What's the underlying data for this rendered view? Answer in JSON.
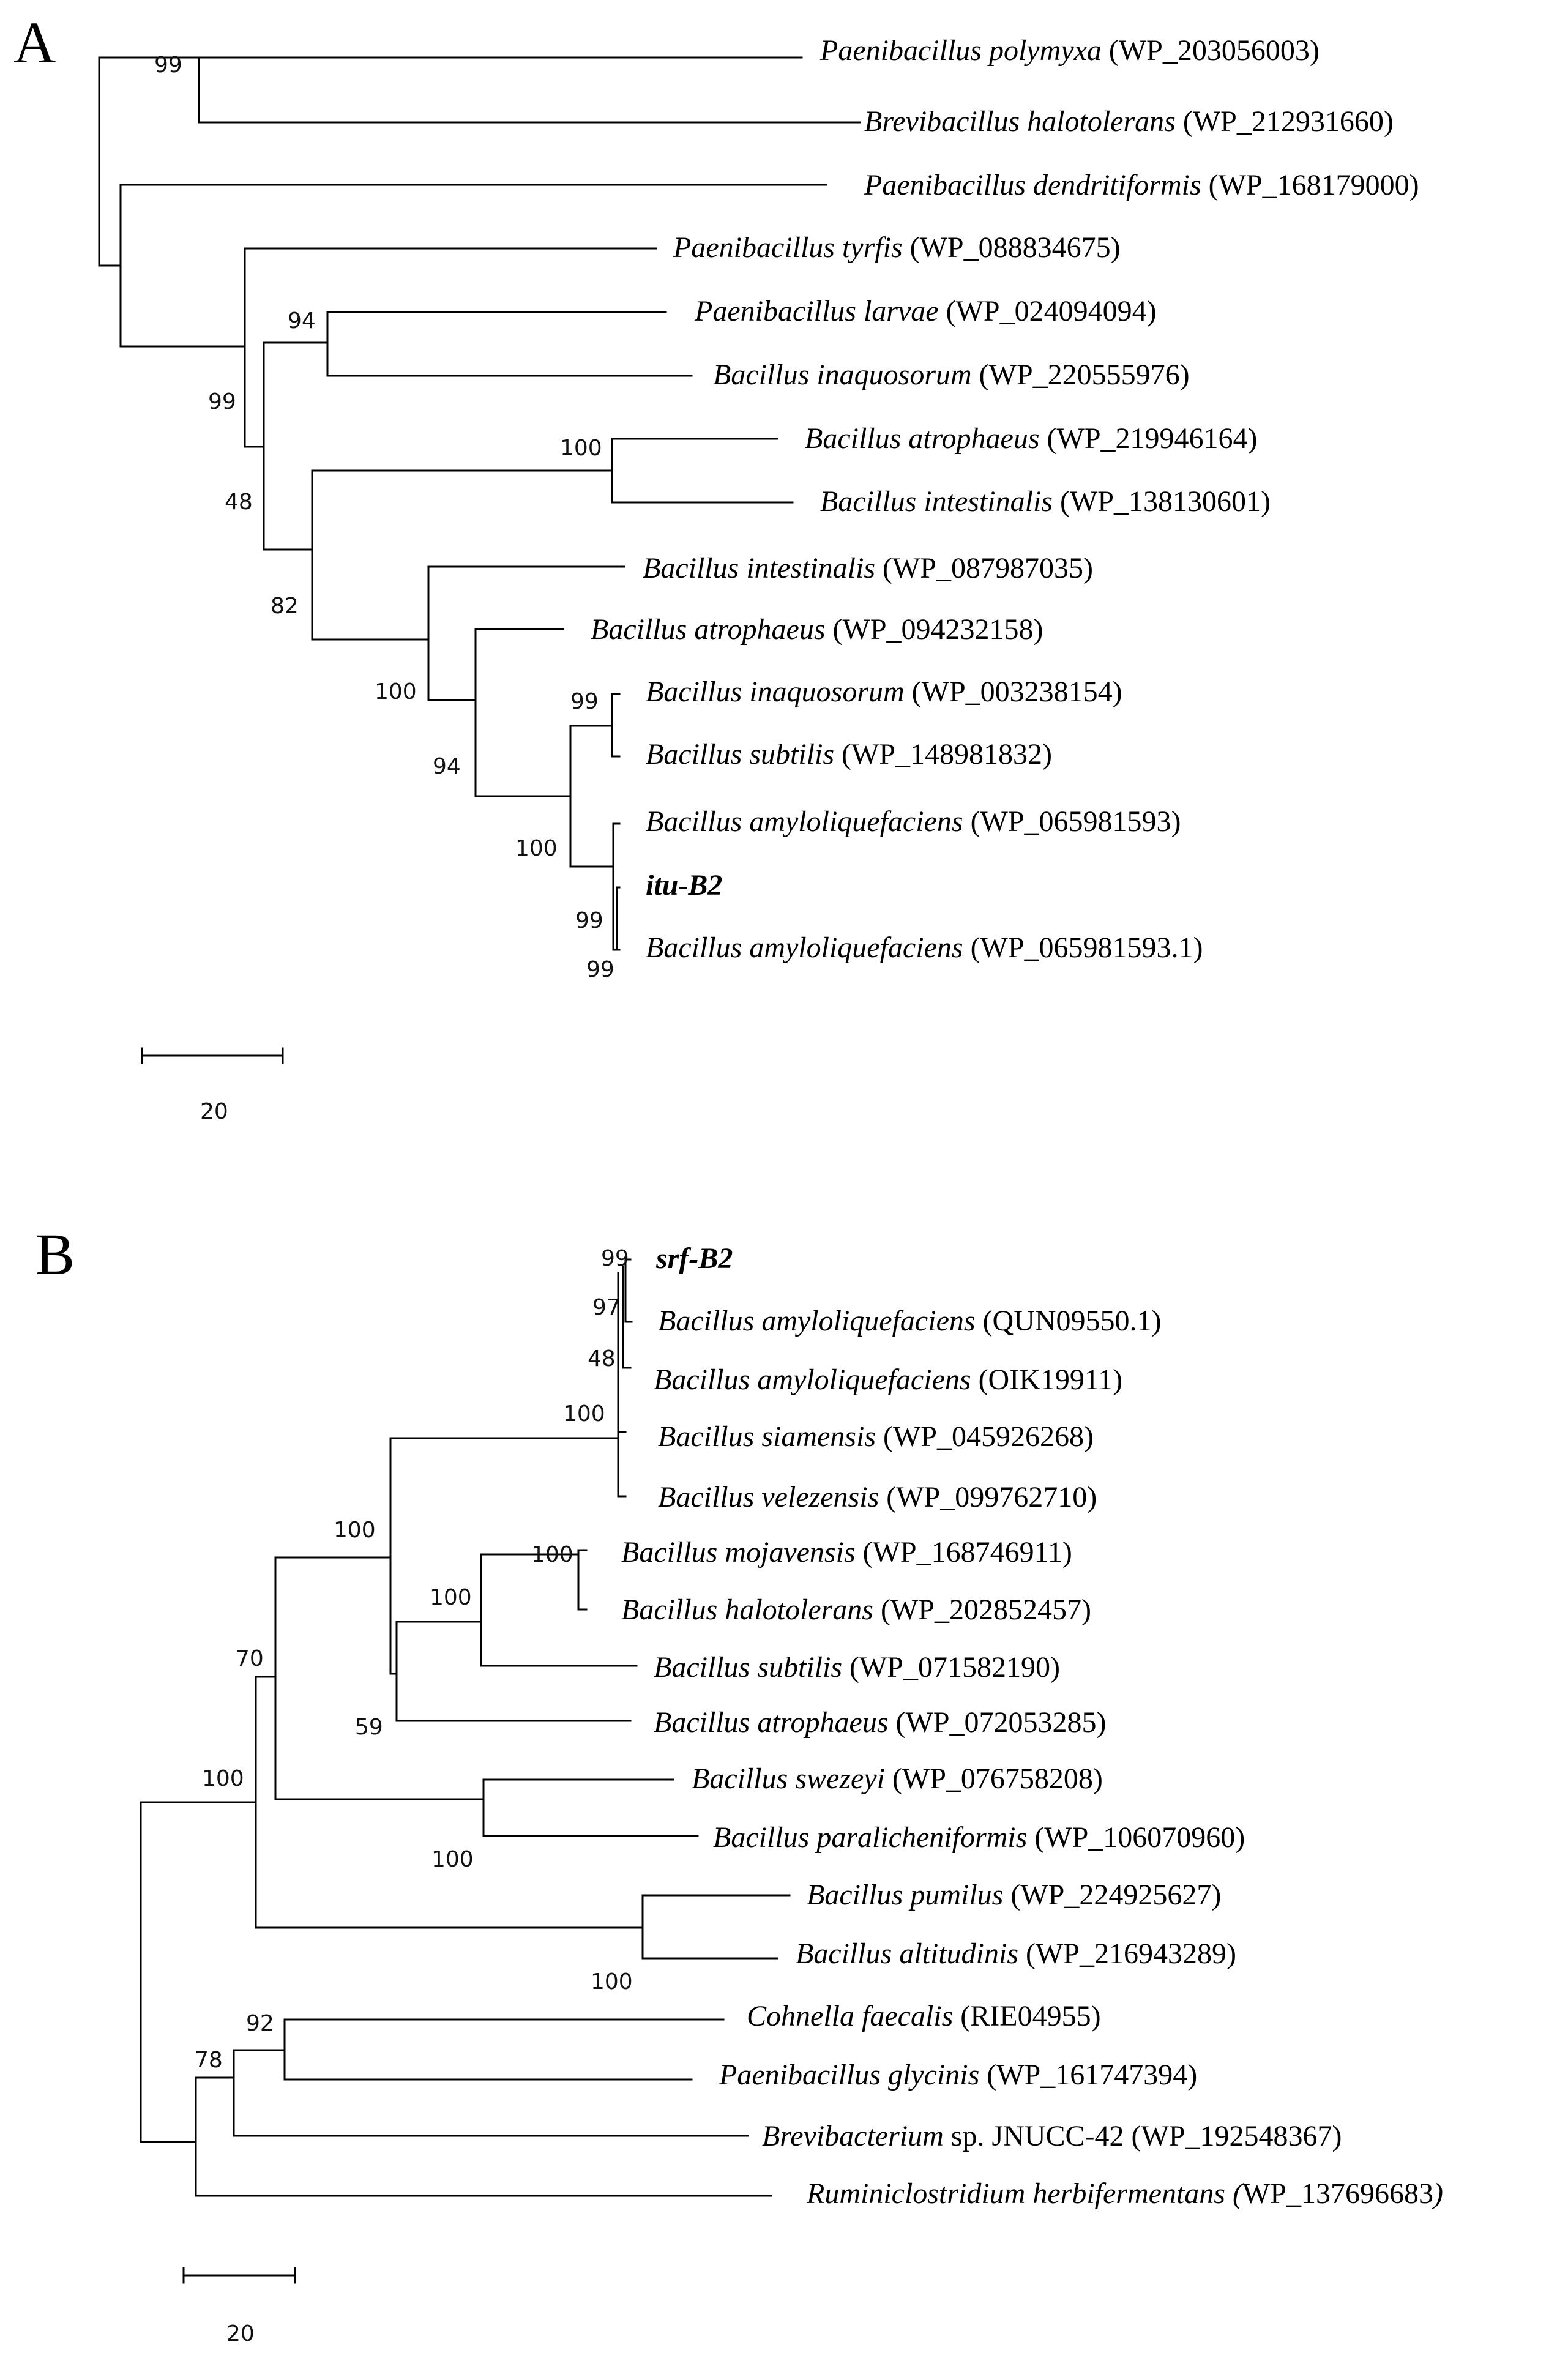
{
  "panels": [
    {
      "letter": "A",
      "scale_label": "20",
      "taxa": [
        {
          "species": "Paenibacillus polymyxa",
          "accession": "(WP_203056003)"
        },
        {
          "species": "Brevibacillus halotolerans",
          "accession": "(WP_212931660)"
        },
        {
          "species": "Paenibacillus dendritiformis",
          "accession": "(WP_168179000)"
        },
        {
          "species": "Paenibacillus tyrfis",
          "accession": "(WP_088834675)"
        },
        {
          "species": "Paenibacillus larvae",
          "accession": "(WP_024094094)"
        },
        {
          "species": "Bacillus inaquosorum",
          "accession": "(WP_220555976)"
        },
        {
          "species": "Bacillus atrophaeus",
          "accession": "(WP_219946164)"
        },
        {
          "species": "Bacillus intestinalis",
          "accession": "(WP_138130601)"
        },
        {
          "species": "Bacillus intestinalis",
          "accession": "(WP_087987035)"
        },
        {
          "species": "Bacillus atrophaeus",
          "accession": "(WP_094232158)"
        },
        {
          "species": "Bacillus inaquosorum",
          "accession": "(WP_003238154)"
        },
        {
          "species": "Bacillus subtilis",
          "accession": "(WP_148981832)"
        },
        {
          "species": "Bacillus amyloliquefaciens",
          "accession": "(WP_065981593)"
        },
        {
          "species": "itu-B2",
          "accession": "",
          "bold": true
        },
        {
          "species": "Bacillus amyloliquefaciens",
          "accession": "(WP_065981593.1)"
        }
      ],
      "supports": [
        "99",
        "94",
        "99",
        "48",
        "100",
        "82",
        "100",
        "94",
        "99",
        "100",
        "99",
        "99"
      ]
    },
    {
      "letter": "B",
      "scale_label": "20",
      "taxa": [
        {
          "species": "srf-B2",
          "accession": "",
          "bold": true
        },
        {
          "species": "Bacillus amyloliquefaciens",
          "accession": "(QUN09550.1)"
        },
        {
          "species": "Bacillus amyloliquefaciens",
          "accession": "(OIK19911)"
        },
        {
          "species": "Bacillus siamensis",
          "accession": "(WP_045926268)"
        },
        {
          "species": "Bacillus velezensis",
          "accession": "(WP_099762710)"
        },
        {
          "species": "Bacillus mojavensis",
          "accession": "(WP_168746911)"
        },
        {
          "species": "Bacillus halotolerans",
          "accession": "(WP_202852457)"
        },
        {
          "species": "Bacillus subtilis",
          "accession": "(WP_071582190)"
        },
        {
          "species": "Bacillus atrophaeus",
          "accession": "(WP_072053285)"
        },
        {
          "species": "Bacillus swezeyi",
          "accession": "(WP_076758208)"
        },
        {
          "species": "Bacillus paralicheniformis",
          "accession": "(WP_106070960)"
        },
        {
          "species": "Bacillus pumilus",
          "accession": "(WP_224925627)"
        },
        {
          "species": "Bacillus altitudinis",
          "accession": "(WP_216943289)"
        },
        {
          "species": "Cohnella faecalis",
          "accession": "(RIE04955)"
        },
        {
          "species": "Paenibacillus glycinis",
          "accession": "(WP_161747394)"
        },
        {
          "species": "Brevibacterium",
          "accession": "sp. JNUCC-42 (WP_192548367)"
        },
        {
          "species": "Ruminiclostridium herbifermentans (",
          "accession": "WP_137696683",
          "tail": ")"
        }
      ],
      "supports": [
        "99",
        "97",
        "48",
        "100",
        "100",
        "100",
        "100",
        "59",
        "70",
        "100",
        "100",
        "100",
        "92",
        "78"
      ]
    }
  ]
}
